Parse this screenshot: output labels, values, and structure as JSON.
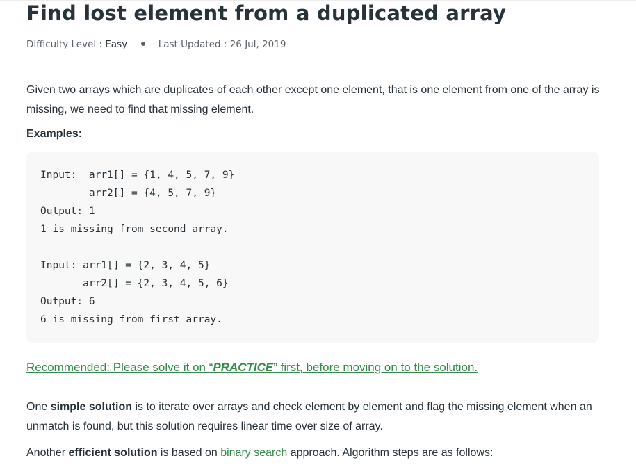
{
  "article": {
    "title": "Find lost element from a duplicated array",
    "meta": {
      "difficulty_label": "Difficulty Level : ",
      "difficulty_value": "Easy",
      "updated_label": "Last Updated : ",
      "updated_value": "26 Jul, 2019"
    },
    "intro": "Given two arrays which are duplicates of each other except one element, that is one element from one of the array is missing, we need to find that missing element.",
    "examples_heading": "Examples:",
    "code_example": "Input:  arr1[] = {1, 4, 5, 7, 9}\n        arr2[] = {4, 5, 7, 9}\nOutput: 1\n1 is missing from second array.\n\nInput: arr1[] = {2, 3, 4, 5}\n       arr2[] = {2, 3, 4, 5, 6}\nOutput: 6\n6 is missing from first array.",
    "recommended": {
      "prefix": "Recommended: Please solve it on “",
      "practice": "PRACTICE",
      "suffix": "” first, before moving on to the solution."
    },
    "simple": {
      "before": "One ",
      "bold": "simple solution",
      "after": " is to iterate over arrays and check element by element and flag the missing element when an unmatch is found, but this solution requires linear time over size of array."
    },
    "efficient": {
      "before": "Another ",
      "bold": "efficient solution",
      "middle": " is based on",
      "link": " binary search ",
      "after": "approach. Algorithm steps are as follows:"
    }
  },
  "colors": {
    "text": "#273239",
    "link_green": "#2f8d46",
    "code_bg": "#f8f8f8"
  }
}
